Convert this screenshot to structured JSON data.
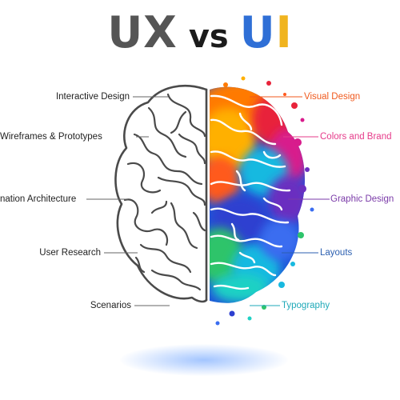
{
  "title": {
    "ux": "UX",
    "vs": "vs",
    "ui_u": "U",
    "ui_i": "I"
  },
  "left_labels": [
    "Interactive Design",
    "Wireframes & Prototypes",
    "nation Architecture",
    "User Research",
    "Scenarios"
  ],
  "right_labels": [
    {
      "text": "Visual Design",
      "color": "#f05a1e"
    },
    {
      "text": "Colors and Brand",
      "color": "#e63b8a"
    },
    {
      "text": "Graphic Design",
      "color": "#7a3aa8"
    },
    {
      "text": "Layouts",
      "color": "#2b5fb0"
    },
    {
      "text": "Typography",
      "color": "#1fa9b8"
    }
  ],
  "colors": {
    "ux_title": "#555555",
    "vs_title": "#1b1b1b",
    "ui_u": "#2f6fd6",
    "ui_i": "#f0b41f",
    "brain_outline": "#4a4a4a",
    "leader_line": "#666666",
    "splash_orange": "#ff7a00",
    "splash_red": "#e8233a",
    "splash_magenta": "#d81b8c",
    "splash_purple": "#6a2fc0",
    "splash_blue": "#1f55d8",
    "splash_cyan": "#18b9e0",
    "splash_green": "#2ec46b",
    "splash_yellow": "#ffd21a"
  }
}
